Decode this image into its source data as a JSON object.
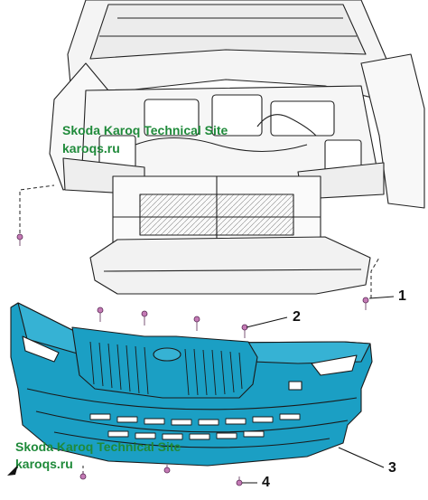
{
  "watermark_top": {
    "title": "Skoda Karoq Technical Site",
    "url": "karoqs.ru"
  },
  "watermark_bottom": {
    "title": "Skoda Karoq Technical Site",
    "url": "karoqs.ru"
  },
  "callouts": [
    "1",
    "2",
    "3",
    "4"
  ],
  "colors": {
    "bumper": "#1b9fc4",
    "line": "#222222",
    "watermark": "#1f8a3a"
  }
}
